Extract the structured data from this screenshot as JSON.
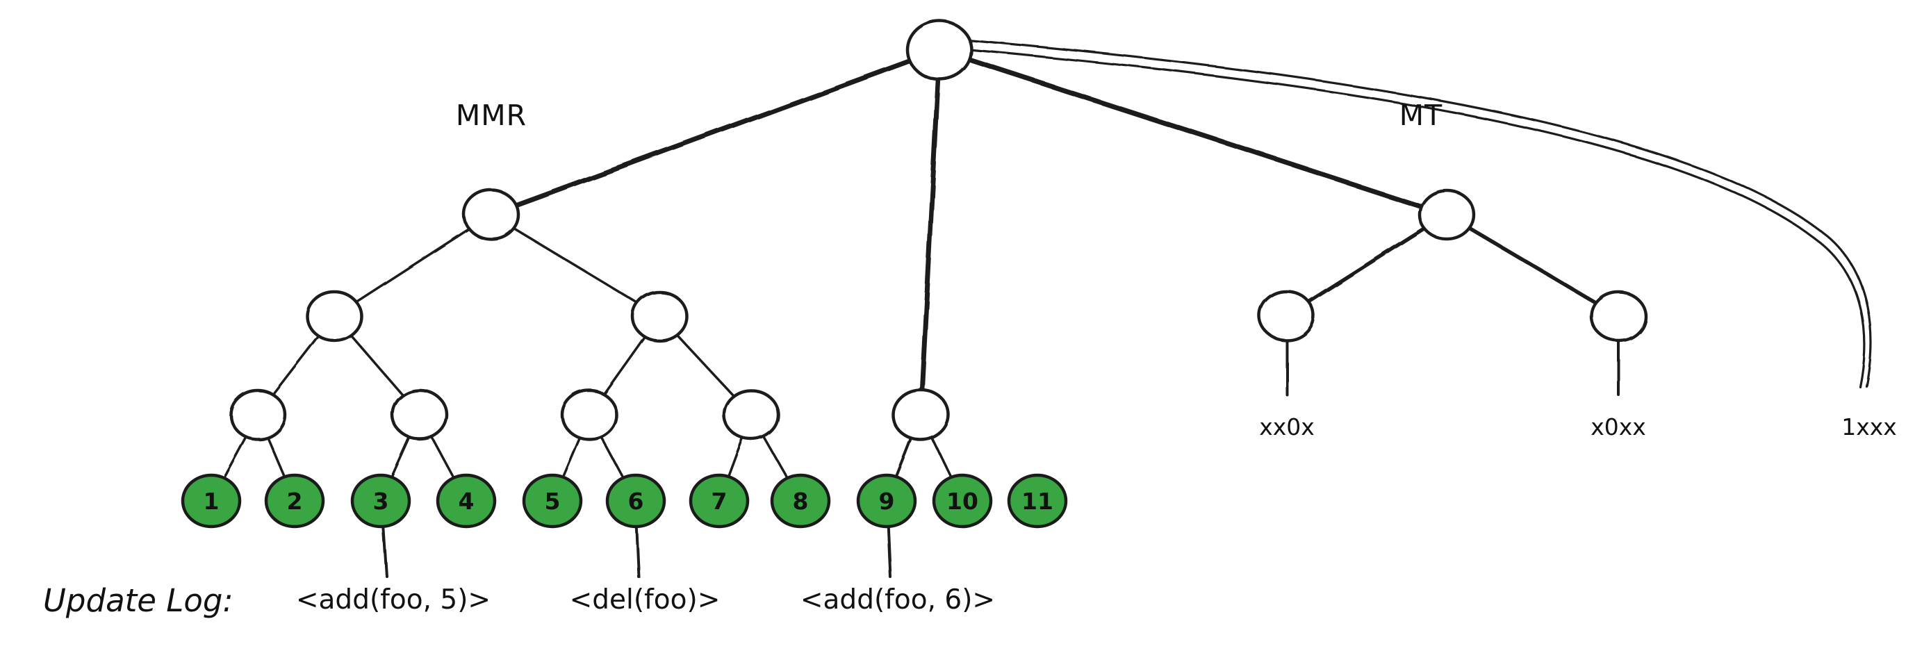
{
  "colors": {
    "background": "#ffffff",
    "stroke": "#1b1b1b",
    "leaf_fill": "#3aa543",
    "highlight_edge": "#e03131"
  },
  "labels": {
    "mmr": "MMR",
    "mt": "MT",
    "update_log": "Update Log:"
  },
  "mmr_leaves": [
    "1",
    "2",
    "3",
    "4",
    "5",
    "6",
    "7",
    "8",
    "9",
    "10",
    "11"
  ],
  "mt_leaf_labels": [
    "xx0x",
    "x0xx",
    "1xxx"
  ],
  "update_log_entries": [
    "<add(foo, 5)>",
    "<del(foo)>",
    "<add(foo, 6)>"
  ]
}
